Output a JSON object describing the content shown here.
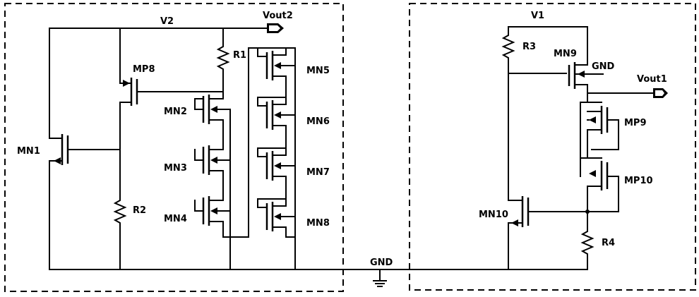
{
  "nets": {
    "v2": "V2",
    "v1": "V1",
    "gnd": "GND",
    "vout2": "Vout2",
    "vout1": "Vout1",
    "gnd_gate": "GND"
  },
  "resistors": {
    "r1": "R1",
    "r2": "R2",
    "r3": "R3",
    "r4": "R4"
  },
  "transistors": {
    "mn1": "MN1",
    "mp8": "MP8",
    "mn2": "MN2",
    "mn3": "MN3",
    "mn4": "MN4",
    "mn5": "MN5",
    "mn6": "MN6",
    "mn7": "MN7",
    "mn8": "MN8",
    "mn9": "MN9",
    "mp9": "MP9",
    "mp10": "MP10",
    "mn10": "MN10"
  }
}
